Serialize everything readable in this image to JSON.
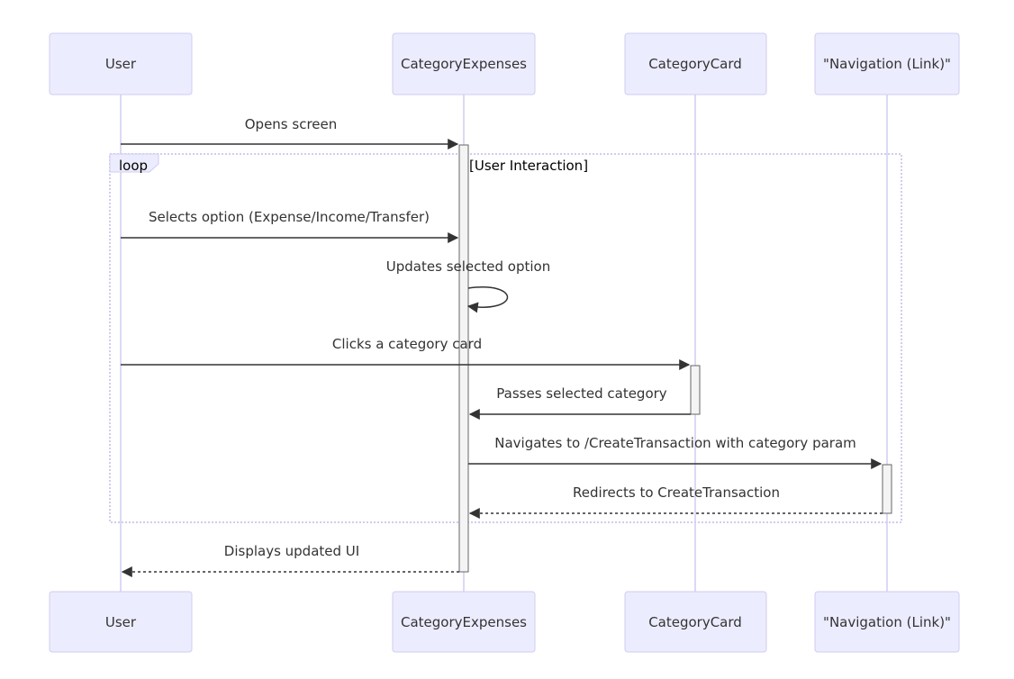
{
  "diagram": {
    "type": "sequence",
    "actors": [
      {
        "id": "user",
        "label": "User"
      },
      {
        "id": "categoryExpenses",
        "label": "CategoryExpenses"
      },
      {
        "id": "categoryCard",
        "label": "CategoryCard"
      },
      {
        "id": "navigation",
        "label": "\"Navigation (Link)\""
      }
    ],
    "loop": {
      "label": "loop",
      "condition": "[User Interaction]"
    },
    "messages": [
      {
        "id": "m1",
        "from": "user",
        "to": "categoryExpenses",
        "text": "Opens screen",
        "style": "solid"
      },
      {
        "id": "m2",
        "from": "user",
        "to": "categoryExpenses",
        "text": "Selects option (Expense/Income/Transfer)",
        "style": "solid"
      },
      {
        "id": "m3",
        "from": "categoryExpenses",
        "to": "categoryExpenses",
        "text": "Updates selected option",
        "style": "solid"
      },
      {
        "id": "m4",
        "from": "user",
        "to": "categoryCard",
        "text": "Clicks a category card",
        "style": "solid"
      },
      {
        "id": "m5",
        "from": "categoryCard",
        "to": "categoryExpenses",
        "text": "Passes selected category",
        "style": "solid"
      },
      {
        "id": "m6",
        "from": "categoryExpenses",
        "to": "navigation",
        "text": "Navigates to /CreateTransaction with category param",
        "style": "solid"
      },
      {
        "id": "m7",
        "from": "navigation",
        "to": "categoryExpenses",
        "text": "Redirects to CreateTransaction",
        "style": "dashed"
      },
      {
        "id": "m8",
        "from": "categoryExpenses",
        "to": "user",
        "text": "Displays updated UI",
        "style": "dashed"
      }
    ]
  },
  "colors": {
    "actor_fill": "#ececff",
    "actor_stroke": "#cfcdf0",
    "lifeline": "#cfcdf0",
    "arrow": "#333333",
    "activation_fill": "#f4f4f4",
    "text": "#333333"
  }
}
